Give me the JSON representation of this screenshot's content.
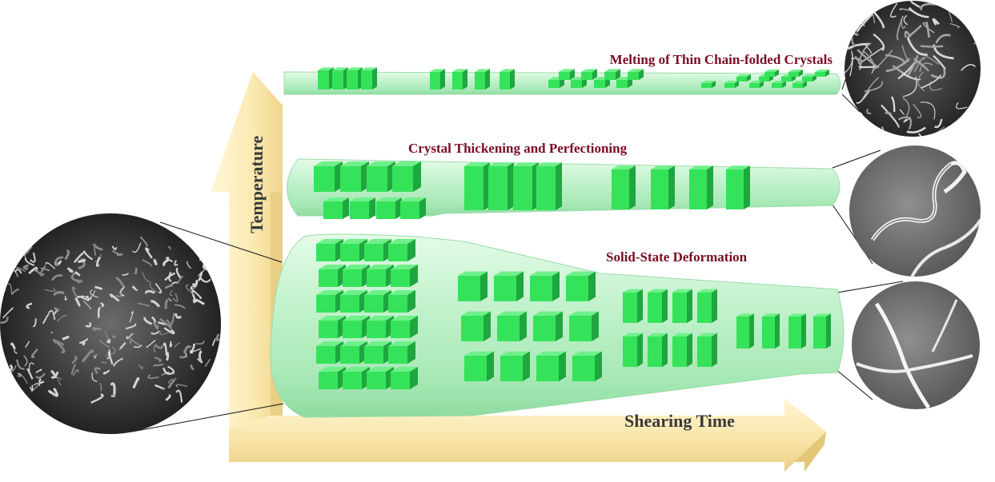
{
  "labels": {
    "stage_melting": "Melting of Thin Chain-folded Crystals",
    "stage_thickening": "Crystal Thickening  and Perfectioning",
    "stage_deformation": "Solid-State Deformation",
    "axis_x": "Shearing Time",
    "axis_y": "Temperature"
  },
  "colors": {
    "label_text": "#7a0c22",
    "axis_text": "#3a3a3a",
    "arrow_face": "#fbecb7",
    "arrow_edge": "#e9d28d",
    "fibril_body": "#c9f5d2",
    "fibril_edge": "#8ed8a4",
    "crystal_front": "#35e35a",
    "crystal_top": "#6ff08a",
    "crystal_side": "#1fa63e"
  },
  "micrographs": [
    {
      "name": "sem-micrograph-left",
      "depicts": "porous aggregated network"
    },
    {
      "name": "sem-micrograph-top-right",
      "depicts": "dense fibrillar network"
    },
    {
      "name": "sem-micrograph-middle-right",
      "depicts": "single curled fibril"
    },
    {
      "name": "sem-micrograph-bottom-right",
      "depicts": "crossing fibrils"
    }
  ]
}
